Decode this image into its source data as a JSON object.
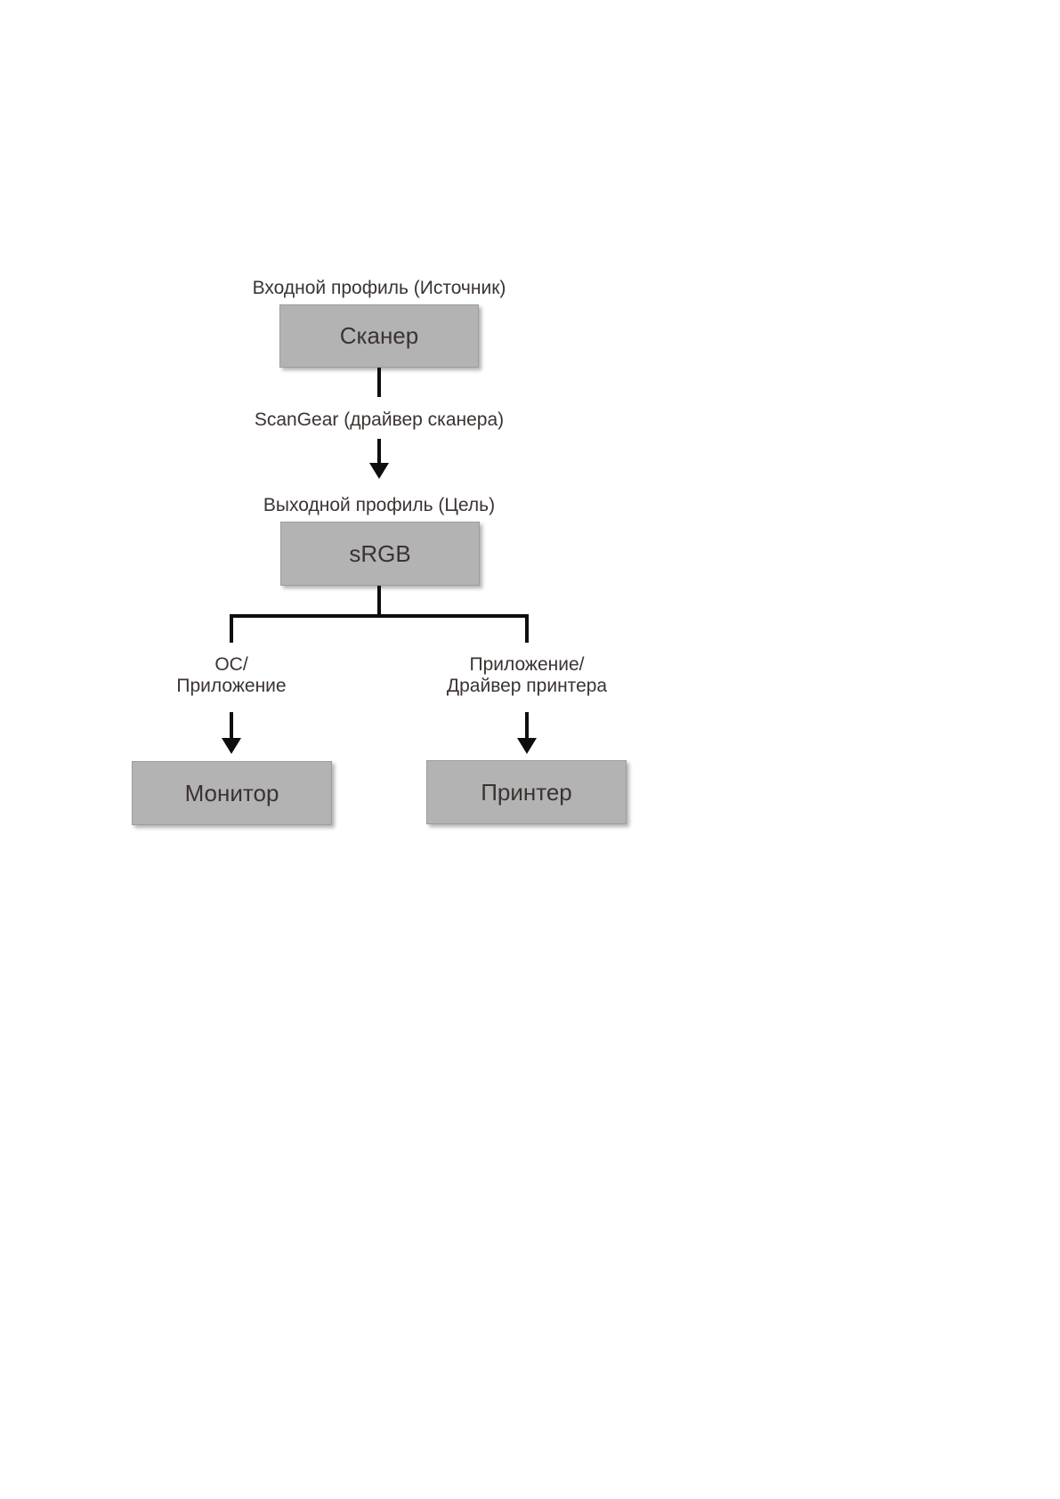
{
  "diagram": {
    "input_profile_label": "Входной профиль (Источник)",
    "scanner_box": "Сканер",
    "scangear_label": "ScanGear (драйвер сканера)",
    "output_profile_label": "Выходной профиль (Цель)",
    "srgb_box": "sRGB",
    "left_branch": {
      "line1": "ОС/",
      "line2": "Приложение"
    },
    "right_branch": {
      "line1": "Приложение/",
      "line2": "Драйвер принтера"
    },
    "monitor_box": "Монитор",
    "printer_box": "Принтер",
    "colors": {
      "background": "#ffffff",
      "box_fill": "#b3b3b3",
      "box_border": "#9c9c9c",
      "text": "#3a3331",
      "line": "#0e0e0e"
    }
  }
}
